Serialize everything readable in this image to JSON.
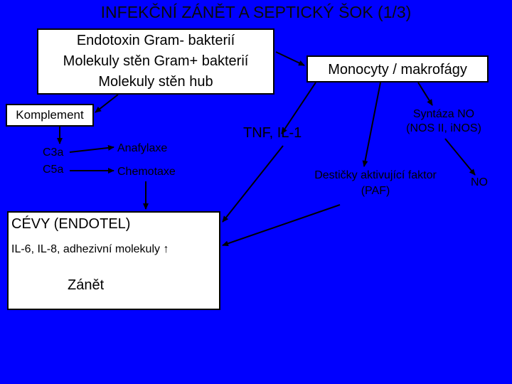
{
  "title": "INFEKČNÍ ZÁNĚT A SEPTICKÝ ŠOK (1/3)",
  "sources": {
    "lines": [
      "Endotoxin Gram- bakterií",
      "Molekuly stěn Gram+ bakterií",
      "Molekuly stěn hub"
    ]
  },
  "monocytes": "Monocyty / makrofágy",
  "complement": {
    "label": "Komplement",
    "c3a": "C3a",
    "c5a": "C5a",
    "anaphylaxis": "Anafylaxe",
    "chemotaxis": "Chemotaxe"
  },
  "cytokines": "TNF, IL-1",
  "no_synthase": {
    "line1": "Syntáza NO",
    "line2": "(NOS II, iNOS)"
  },
  "paf": {
    "line1": "Destičky aktivující faktor",
    "line2": "(PAF)"
  },
  "no": "NO",
  "vessels": {
    "title": "CÉVY (ENDOTEL)",
    "molecules": "IL-6, IL-8, adhezivní molekuly ↑",
    "inflammation": "Zánět"
  },
  "colors": {
    "background": "#0000ff",
    "box": "#ffffff",
    "line": "#000000"
  }
}
